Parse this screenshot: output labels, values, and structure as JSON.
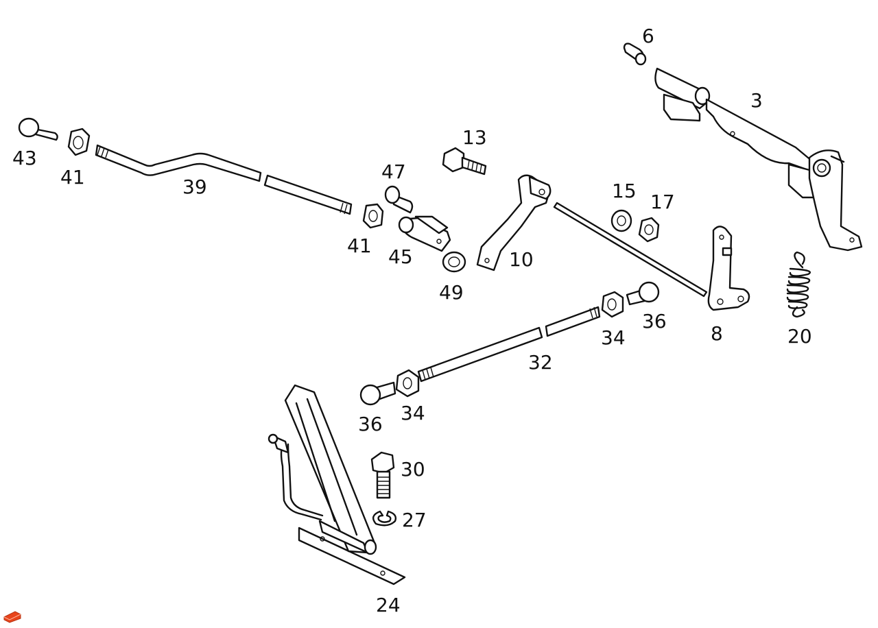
{
  "parts": {
    "p3": "3",
    "p6": "6",
    "p8": "8",
    "p10": "10",
    "p13": "13",
    "p15": "15",
    "p17": "17",
    "p20": "20",
    "p24": "24",
    "p27": "27",
    "p30": "30",
    "p32": "32",
    "p34a": "34",
    "p34b": "34",
    "p36a": "36",
    "p36b": "36",
    "p39": "39",
    "p41a": "41",
    "p41b": "41",
    "p43": "43",
    "p45": "45",
    "p47": "47",
    "p49": "49"
  },
  "colors": {
    "line": "#111111",
    "background": "#ffffff",
    "logo": "#e8451c"
  }
}
